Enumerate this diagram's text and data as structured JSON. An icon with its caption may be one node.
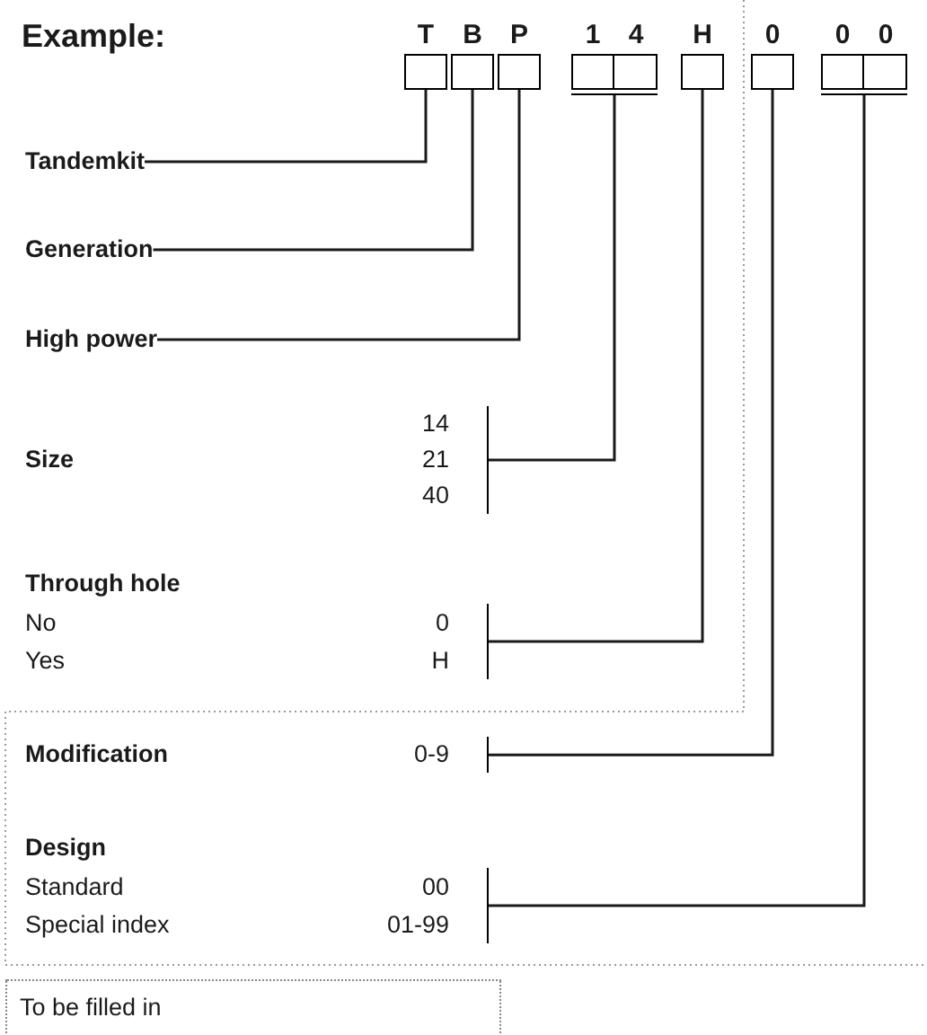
{
  "diagram": {
    "nodes": [
      {
        "text": [
          "T"
        ]
      },
      {
        "text": [
          "B"
        ]
      },
      {
        "text": [
          "P"
        ]
      },
      {
        "text": [
          "1",
          "4"
        ]
      },
      {
        "text": [
          "H"
        ]
      },
      {
        "text": [
          "0"
        ]
      },
      {
        "text": [
          "0",
          "0"
        ]
      },
      {
        "text": [
          "Tandemkit"
        ]
      },
      {
        "text": [
          "Generation"
        ]
      },
      {
        "text": [
          "High power"
        ]
      },
      {
        "text": [
          "Size",
          "14",
          "21",
          "40"
        ]
      },
      {
        "text": [
          "Through hole",
          "No",
          "0",
          "Yes",
          "H"
        ]
      },
      {
        "text": [
          "Modification",
          "0-9"
        ]
      },
      {
        "text": [
          "Design",
          "Standard",
          "00",
          "Special index",
          "01-99"
        ]
      },
      {
        "text": [
          "To be filled in"
        ]
      }
    ],
    "edges": [
      {
        "from": 0,
        "to": 7,
        "arrow": "none"
      },
      {
        "from": 1,
        "to": 8,
        "arrow": "none"
      },
      {
        "from": 2,
        "to": 9,
        "arrow": "none"
      },
      {
        "from": 3,
        "to": 10,
        "arrow": "none"
      },
      {
        "from": 4,
        "to": 11,
        "arrow": "none"
      },
      {
        "from": 5,
        "to": 12,
        "arrow": "none"
      },
      {
        "from": 6,
        "to": 13,
        "arrow": "none"
      }
    ],
    "labels": [
      "Example:"
    ]
  }
}
